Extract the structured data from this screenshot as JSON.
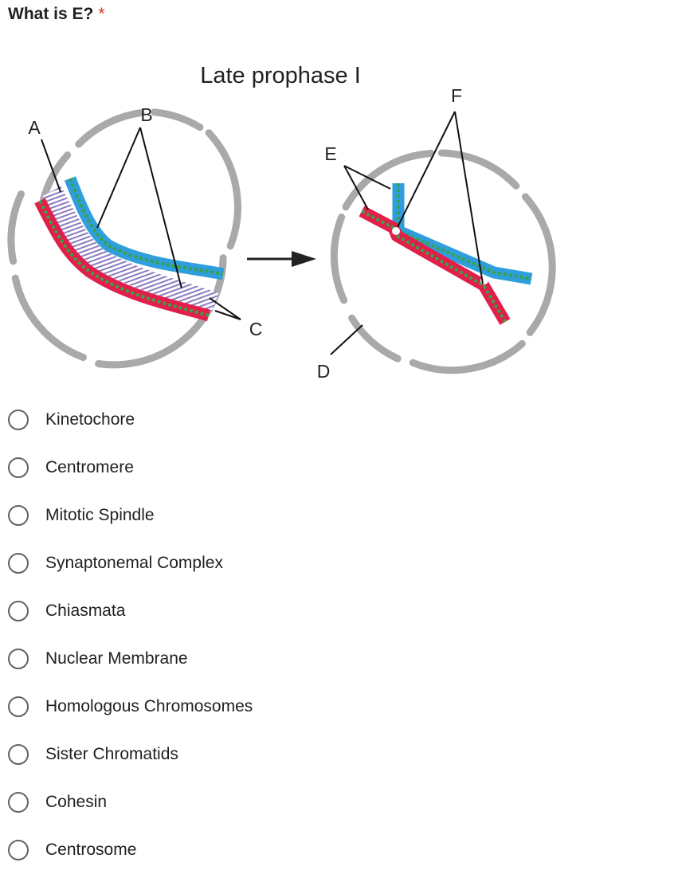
{
  "question": {
    "text": "What is E?",
    "required_marker": "*"
  },
  "figure": {
    "title": "Late prophase I",
    "labels": {
      "a": "A",
      "b": "B",
      "c": "C",
      "d": "D",
      "e": "E",
      "f": "F"
    },
    "colors": {
      "membrane": "#a9a9a9",
      "blue": "#2e9fdc",
      "red": "#e21e4a",
      "green": "#3aa04a",
      "pairing": "#8a7ac0",
      "arrow": "#222222"
    }
  },
  "options": [
    {
      "label": "Kinetochore"
    },
    {
      "label": "Centromere"
    },
    {
      "label": "Mitotic Spindle"
    },
    {
      "label": "Synaptonemal Complex"
    },
    {
      "label": "Chiasmata"
    },
    {
      "label": "Nuclear Membrane"
    },
    {
      "label": "Homologous Chromosomes"
    },
    {
      "label": "Sister Chromatids"
    },
    {
      "label": "Cohesin"
    },
    {
      "label": "Centrosome"
    }
  ]
}
